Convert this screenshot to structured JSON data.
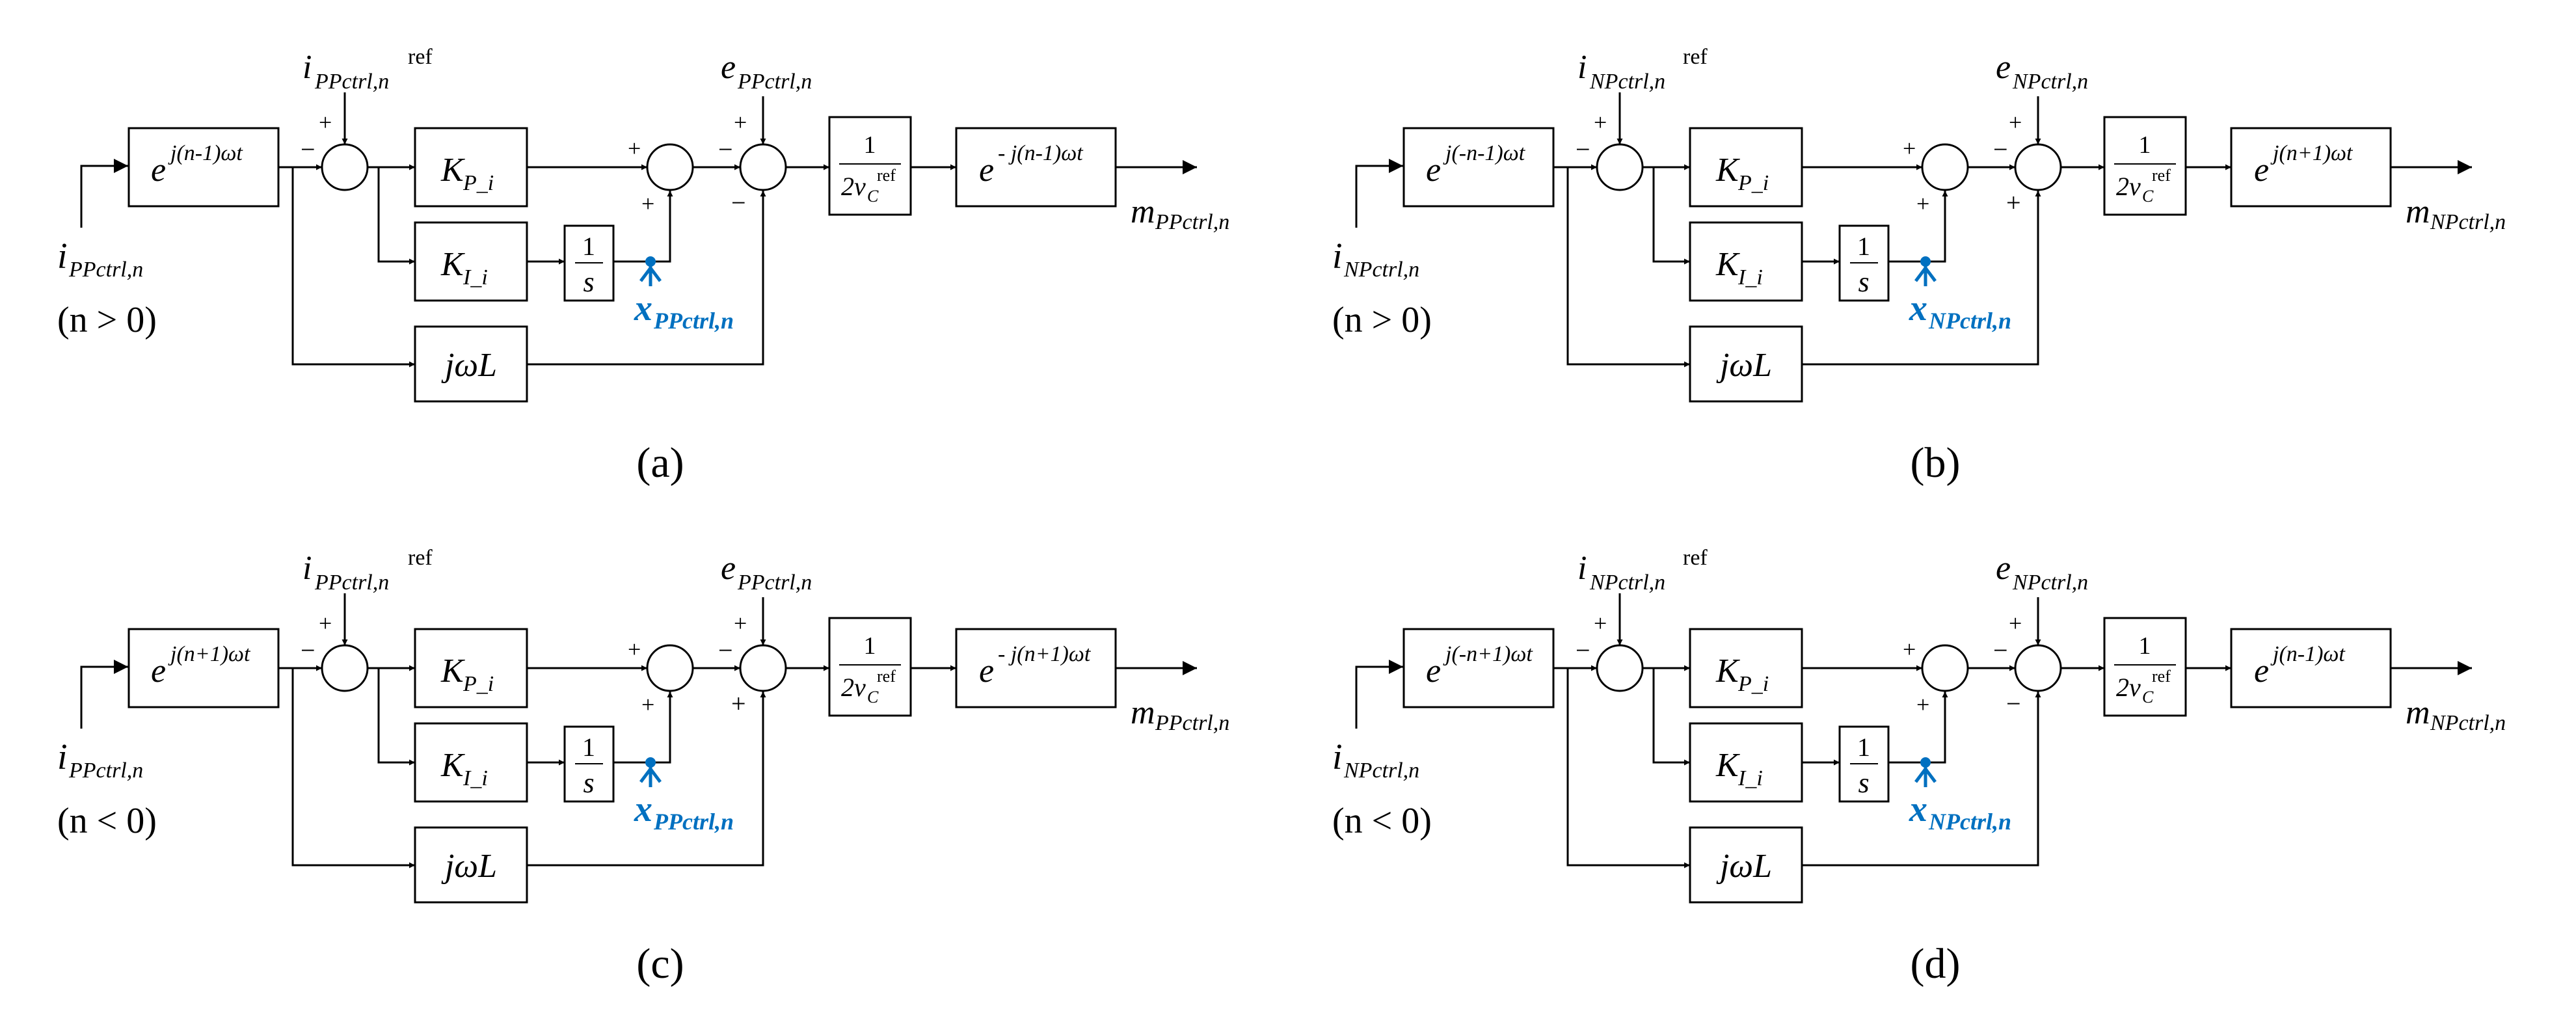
{
  "colors": {
    "line": "#000000",
    "probe": "#0070C0",
    "background": "#ffffff"
  },
  "panels": [
    {
      "id": "a",
      "label": "(a)",
      "input": {
        "var": "i",
        "sub": "PPctrl,n"
      },
      "condition": "(n > 0)",
      "ref_input": {
        "var": "i",
        "sub": "PPctrl,n",
        "sup": "ref"
      },
      "disturbance": {
        "var": "e",
        "sub": "PPctrl,n"
      },
      "input_rotation": {
        "base": "e",
        "exp": "j(n-1)ωt"
      },
      "output_rotation": {
        "base": "e",
        "exp": "- j(n-1)ωt"
      },
      "output": {
        "var": "m",
        "sub": "PPctrl,n"
      },
      "probe": {
        "var": "x",
        "sub": "PPctrl,n"
      },
      "kp": {
        "var": "K",
        "sub": "P_i"
      },
      "ki": {
        "var": "K",
        "sub": "I_i"
      },
      "integrator": {
        "num": "1",
        "den": "s"
      },
      "decoupling": "jωL",
      "gain": {
        "num": "1",
        "den": "2v",
        "den_sub": "C",
        "den_sup": "ref"
      },
      "signs": {
        "s1_top": "+",
        "s1_left": "−",
        "s2_left": "+",
        "s2_bottom": "+",
        "s3_left": "−",
        "s3_top": "+",
        "s3_bottom": "−"
      }
    },
    {
      "id": "b",
      "label": "(b)",
      "input": {
        "var": "i",
        "sub": "NPctrl,n"
      },
      "condition": "(n > 0)",
      "ref_input": {
        "var": "i",
        "sub": "NPctrl,n",
        "sup": "ref"
      },
      "disturbance": {
        "var": "e",
        "sub": "NPctrl,n"
      },
      "input_rotation": {
        "base": "e",
        "exp": "j(-n-1)ωt"
      },
      "output_rotation": {
        "base": "e",
        "exp": "j(n+1)ωt"
      },
      "output": {
        "var": "m",
        "sub": "NPctrl,n"
      },
      "probe": {
        "var": "x",
        "sub": "NPctrl,n"
      },
      "kp": {
        "var": "K",
        "sub": "P_i"
      },
      "ki": {
        "var": "K",
        "sub": "I_i"
      },
      "integrator": {
        "num": "1",
        "den": "s"
      },
      "decoupling": "jωL",
      "gain": {
        "num": "1",
        "den": "2v",
        "den_sub": "C",
        "den_sup": "ref"
      },
      "signs": {
        "s1_top": "+",
        "s1_left": "−",
        "s2_left": "+",
        "s2_bottom": "+",
        "s3_left": "−",
        "s3_top": "+",
        "s3_bottom": "+"
      }
    },
    {
      "id": "c",
      "label": "(c)",
      "input": {
        "var": "i",
        "sub": "PPctrl,n"
      },
      "condition": "(n < 0)",
      "ref_input": {
        "var": "i",
        "sub": "PPctrl,n",
        "sup": "ref"
      },
      "disturbance": {
        "var": "e",
        "sub": "PPctrl,n"
      },
      "input_rotation": {
        "base": "e",
        "exp": "j(n+1)ωt"
      },
      "output_rotation": {
        "base": "e",
        "exp": "- j(n+1)ωt"
      },
      "output": {
        "var": "m",
        "sub": "PPctrl,n"
      },
      "probe": {
        "var": "x",
        "sub": "PPctrl,n"
      },
      "kp": {
        "var": "K",
        "sub": "P_i"
      },
      "ki": {
        "var": "K",
        "sub": "I_i"
      },
      "integrator": {
        "num": "1",
        "den": "s"
      },
      "decoupling": "jωL",
      "gain": {
        "num": "1",
        "den": "2v",
        "den_sub": "C",
        "den_sup": "ref"
      },
      "signs": {
        "s1_top": "+",
        "s1_left": "−",
        "s2_left": "+",
        "s2_bottom": "+",
        "s3_left": "−",
        "s3_top": "+",
        "s3_bottom": "+"
      }
    },
    {
      "id": "d",
      "label": "(d)",
      "input": {
        "var": "i",
        "sub": "NPctrl,n"
      },
      "condition": "(n < 0)",
      "ref_input": {
        "var": "i",
        "sub": "NPctrl,n",
        "sup": "ref"
      },
      "disturbance": {
        "var": "e",
        "sub": "NPctrl,n"
      },
      "input_rotation": {
        "base": "e",
        "exp": "j(-n+1)ωt"
      },
      "output_rotation": {
        "base": "e",
        "exp": "j(n-1)ωt"
      },
      "output": {
        "var": "m",
        "sub": "NPctrl,n"
      },
      "probe": {
        "var": "x",
        "sub": "NPctrl,n"
      },
      "kp": {
        "var": "K",
        "sub": "P_i"
      },
      "ki": {
        "var": "K",
        "sub": "I_i"
      },
      "integrator": {
        "num": "1",
        "den": "s"
      },
      "decoupling": "jωL",
      "gain": {
        "num": "1",
        "den": "2v",
        "den_sub": "C",
        "den_sup": "ref"
      },
      "signs": {
        "s1_top": "+",
        "s1_left": "−",
        "s2_left": "+",
        "s2_bottom": "+",
        "s3_left": "−",
        "s3_top": "+",
        "s3_bottom": "−"
      }
    }
  ]
}
